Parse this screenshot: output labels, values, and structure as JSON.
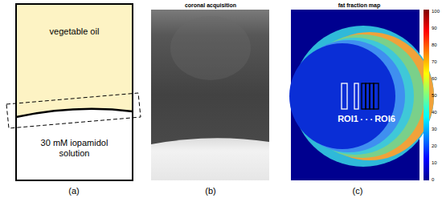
{
  "diagram": {
    "nodes": [
      {
        "text": [
          "vegetable oil"
        ]
      },
      {
        "text": [
          "30 mM iopamidol solution"
        ]
      }
    ],
    "labels": [
      "(a)",
      "coronal acquisition",
      "(b)",
      "fat fraction map",
      "ROI1",
      ". . .",
      "ROI6",
      "100",
      "90",
      "80",
      "70",
      "60",
      "50",
      "40",
      "30",
      "20",
      "10",
      "0",
      "(c)"
    ]
  }
}
